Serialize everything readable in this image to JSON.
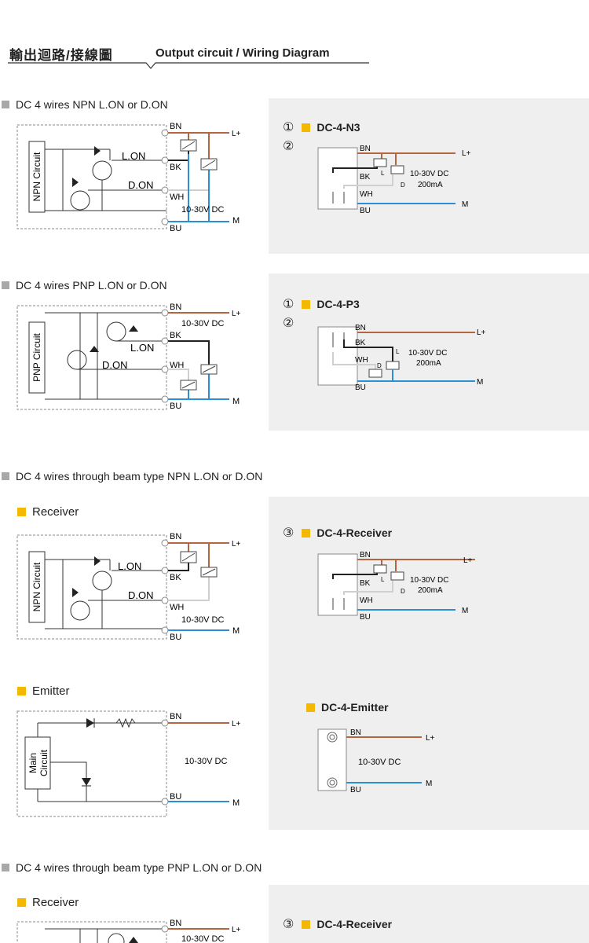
{
  "header": {
    "title_zh": "輸出迴路/接線圖",
    "title_en": "Output circuit / Wiring Diagram"
  },
  "sections": [
    {
      "title": "DC 4 wires  NPN L.ON or D.ON"
    },
    {
      "title": "DC 4 wires  PNP L.ON or D.ON"
    },
    {
      "title": "DC 4 wires through beam type NPN L.ON or D.ON"
    },
    {
      "title": "DC 4 wires through beam type PNP L.ON or D.ON"
    }
  ],
  "subsections": {
    "receiver": "Receiver",
    "emitter": "Emitter"
  },
  "circuit_labels": {
    "npn": "NPN Circuit",
    "pnp": "PNP Circuit",
    "main": "Main",
    "main2": "Circuit",
    "lon": "L.ON",
    "don": "D.ON"
  },
  "wires": {
    "bn": "BN",
    "bk": "BK",
    "wh": "WH",
    "bu": "BU",
    "lplus": "L+",
    "m": "M",
    "voltage": "10-30V DC",
    "current": "200mA",
    "l": "L",
    "d": "D"
  },
  "markers": {
    "one": "①",
    "two": "②",
    "three": "③"
  },
  "models": {
    "n3": "DC-4-N3",
    "p3": "DC-4-P3",
    "receiver": "DC-4-Receiver",
    "emitter": "DC-4-Emitter"
  },
  "colors": {
    "brown": "#b5653f",
    "blue": "#2b8fd6",
    "black": "#222222",
    "white_wire": "#cfcfcf",
    "accent_yellow": "#f5b800",
    "panel_bg": "#efefef"
  }
}
